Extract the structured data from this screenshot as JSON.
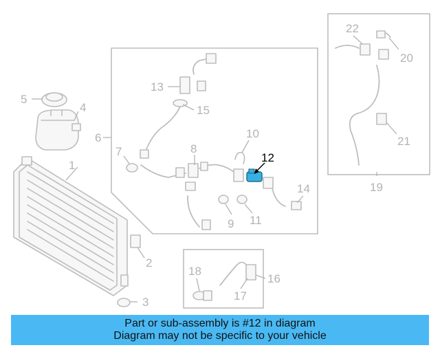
{
  "callouts": {
    "c1": "1",
    "c2": "2",
    "c3": "3",
    "c4": "4",
    "c5": "5",
    "c6": "6",
    "c7": "7",
    "c8": "8",
    "c9": "9",
    "c10": "10",
    "c11": "11",
    "c12": "12",
    "c13": "13",
    "c14": "14",
    "c15": "15",
    "c16": "16",
    "c17": "17",
    "c18": "18",
    "c19": "19",
    "c20": "20",
    "c21": "21",
    "c22": "22"
  },
  "highlight_color": "#3ab0e0",
  "banner": {
    "line1": "Part or sub-assembly is #12 in diagram",
    "line2": "Diagram may not be specific to your vehicle",
    "background": "#4ab9f3"
  }
}
